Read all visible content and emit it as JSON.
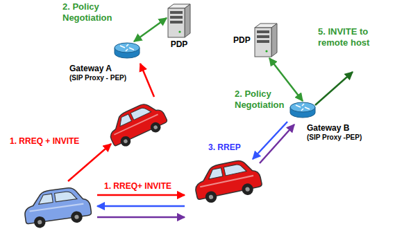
{
  "diagram": {
    "nodes": [
      {
        "text": [
          "2. Policy Negotiation"
        ]
      },
      {
        "text": [
          "PDP"
        ],
        "in": 0
      },
      {
        "text": [
          "Gateway A",
          "(SIP Proxy - PEP)"
        ]
      },
      {
        "text": [
          "5. INVITE to remote host",
          "2. Policy Negotiation"
        ]
      },
      {
        "text": [
          "PDP"
        ],
        "in": 3
      },
      {
        "text": [
          "Gateway B",
          "(SIP Proxy -PEP)"
        ]
      }
    ],
    "edges": [
      {
        "from": 2,
        "to": 1,
        "arrow": "both"
      },
      {
        "from": 4,
        "to": 5,
        "arrow": "both"
      }
    ],
    "labels": [
      "1. RREQ + INVITE",
      "1. RREQ+ INVITE",
      "3. RREP"
    ]
  }
}
